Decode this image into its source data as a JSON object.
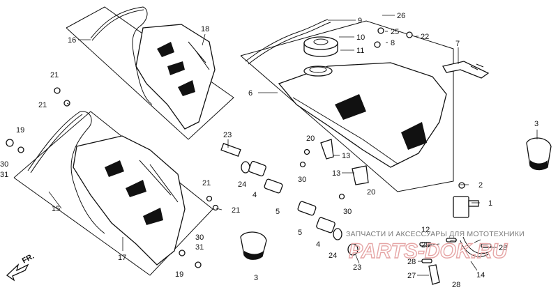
{
  "diagram": {
    "callouts": [
      {
        "id": "c1",
        "text": "1"
      },
      {
        "id": "c2",
        "text": "2"
      },
      {
        "id": "c3a",
        "text": "3"
      },
      {
        "id": "c3b",
        "text": "3"
      },
      {
        "id": "c4a",
        "text": "4"
      },
      {
        "id": "c4b",
        "text": "4"
      },
      {
        "id": "c5a",
        "text": "5"
      },
      {
        "id": "c5b",
        "text": "5"
      },
      {
        "id": "c6",
        "text": "6"
      },
      {
        "id": "c7",
        "text": "7"
      },
      {
        "id": "c8",
        "text": "8"
      },
      {
        "id": "c9",
        "text": "9"
      },
      {
        "id": "c10",
        "text": "10"
      },
      {
        "id": "c11",
        "text": "11"
      },
      {
        "id": "c12",
        "text": "12"
      },
      {
        "id": "c13a",
        "text": "13"
      },
      {
        "id": "c13b",
        "text": "13"
      },
      {
        "id": "c14",
        "text": "14"
      },
      {
        "id": "c15",
        "text": "15"
      },
      {
        "id": "c16",
        "text": "16"
      },
      {
        "id": "c17",
        "text": "17"
      },
      {
        "id": "c18",
        "text": "18"
      },
      {
        "id": "c19a",
        "text": "19"
      },
      {
        "id": "c19b",
        "text": "19"
      },
      {
        "id": "c20a",
        "text": "20"
      },
      {
        "id": "c20b",
        "text": "20"
      },
      {
        "id": "c21a",
        "text": "21"
      },
      {
        "id": "c21b",
        "text": "21"
      },
      {
        "id": "c21c",
        "text": "21"
      },
      {
        "id": "c21d",
        "text": "21"
      },
      {
        "id": "c22",
        "text": "22"
      },
      {
        "id": "c23a",
        "text": "23"
      },
      {
        "id": "c23b",
        "text": "23"
      },
      {
        "id": "c24a",
        "text": "24"
      },
      {
        "id": "c24b",
        "text": "24"
      },
      {
        "id": "c25",
        "text": "25"
      },
      {
        "id": "c26",
        "text": "26"
      },
      {
        "id": "c27",
        "text": "27"
      },
      {
        "id": "c28a",
        "text": "28"
      },
      {
        "id": "c28b",
        "text": "28"
      },
      {
        "id": "c28c",
        "text": "28"
      },
      {
        "id": "c29",
        "text": "29"
      },
      {
        "id": "c30a",
        "text": "30"
      },
      {
        "id": "c30b",
        "text": "30"
      },
      {
        "id": "c30c",
        "text": "30"
      },
      {
        "id": "c30d",
        "text": "30"
      },
      {
        "id": "c31a",
        "text": "31"
      },
      {
        "id": "c31b",
        "text": "31"
      }
    ],
    "direction_label": "FR.",
    "watermark": {
      "caption": "ЗАПЧАСТИ И АКСЕССУАРЫ ДЛЯ МОТОТЕХНИКИ",
      "logo": "PARTS-DOK.RU"
    }
  }
}
